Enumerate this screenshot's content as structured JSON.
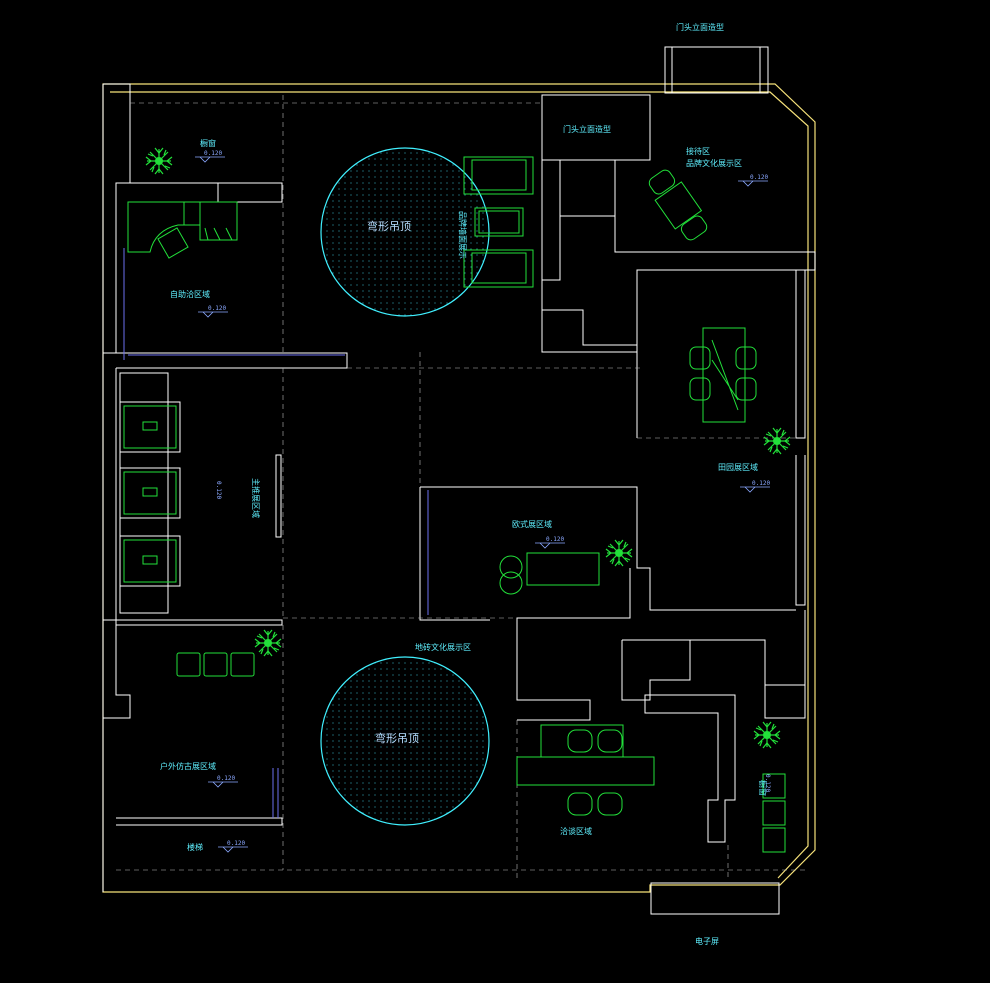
{
  "labels": {
    "door_head_top": "门头立面造型",
    "door_head": "门头立面造型",
    "reception": "接待区",
    "brand_culture": "品牌文化展示区",
    "circle_top": "弯形吊顶",
    "circle_bottom": "弯形吊顶",
    "showcase": "橱窗",
    "self_service": "自助洽区域",
    "wall_display": "品牌墙面展示",
    "main_product": "主推展区域",
    "pastoral": "田园展区域",
    "european": "欧式展区域",
    "culture_display": "地砖文化展示区",
    "outdoor": "户外仿古展区域",
    "negotiation": "洽谈区域",
    "stairs": "楼梯",
    "display": "橱窗",
    "electronic": "电子屏"
  },
  "levels": {
    "l1": "0.120",
    "l2": "0.120",
    "l3": "0.120",
    "l4": "0.120",
    "l5": "0.120",
    "l6": "0.120",
    "l7": "0.120",
    "l8": "0.120",
    "l9": "0.120"
  },
  "colors": {
    "wall": "#ffffff",
    "outer_wall": "#f6e27a",
    "furniture": "#22e03a",
    "text": "#5ff0ff",
    "ceiling": "#40f0ff",
    "glass": "#6b6ff0"
  }
}
